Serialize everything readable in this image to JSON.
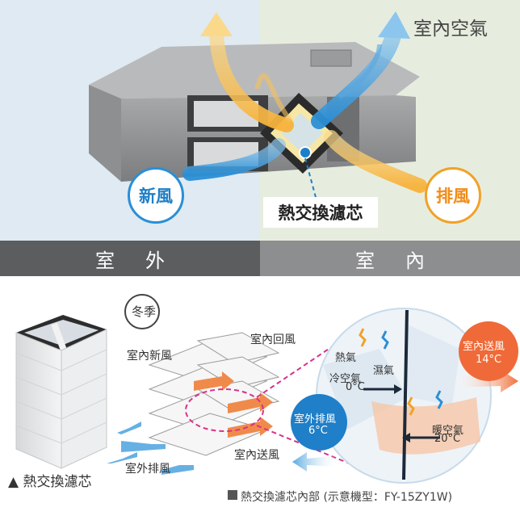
{
  "top": {
    "indoor_air_label": "室內空氣",
    "fresh_air_label": "新風",
    "exhaust_label": "排風",
    "core_label": "熱交換濾芯",
    "outdoor_bar": "室外",
    "indoor_bar": "室內",
    "colors": {
      "fresh": "#2a8fd6",
      "exhaust": "#f0a228"
    }
  },
  "bottom": {
    "core_caption": "▲ 熱交換濾芯",
    "season_badge": "冬季",
    "flow_labels": {
      "indoor_return": "室內回風",
      "indoor_fresh": "室內新風",
      "indoor_supply": "室內送風",
      "outdoor_exhaust": "室外排風"
    },
    "zoom": {
      "hot_air": "熱氣",
      "humid_air": "濕氣",
      "cold_air": "冷空氣",
      "cold_temp": "0°C",
      "warm_air": "暖空氣",
      "warm_temp": "20°C"
    },
    "bubbles": {
      "supply_label": "室內送風",
      "supply_temp": "14°C",
      "exhaust_label": "室外排風",
      "exhaust_temp": "6°C"
    },
    "footnote": "熱交換濾芯內部 (示意機型：FY-15ZY1W)"
  }
}
